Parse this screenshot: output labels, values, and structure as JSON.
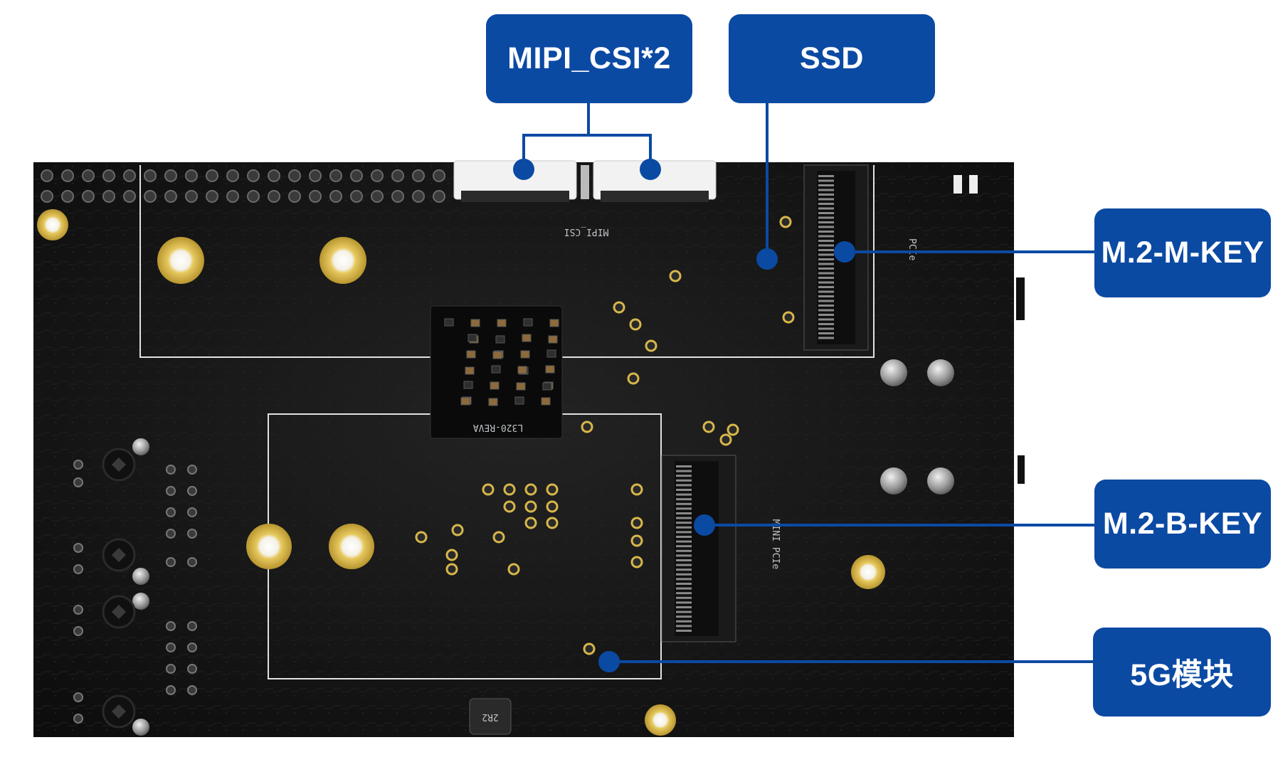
{
  "colors": {
    "callout_bg": "#0b4aa3",
    "callout_text": "#ffffff",
    "leader_line": "#0b4aa3",
    "board": "#141414",
    "gold": "#d8b74a",
    "silkscreen": "#e6e6e6"
  },
  "callouts": {
    "mipi": "MIPI_CSI*2",
    "ssd": "SSD",
    "m2_m_key": "M.2-M-KEY",
    "m2_b_key": "M.2-B-KEY",
    "module_5g": "5G模块"
  },
  "board_labels": {
    "mipi_silk": "MIPI_CSI",
    "chip_silk": "L320-REVA",
    "mini_pcie_silk": "MINI PCIe",
    "pcie_silk": "PCIe",
    "inductor_silk": "2R2"
  }
}
